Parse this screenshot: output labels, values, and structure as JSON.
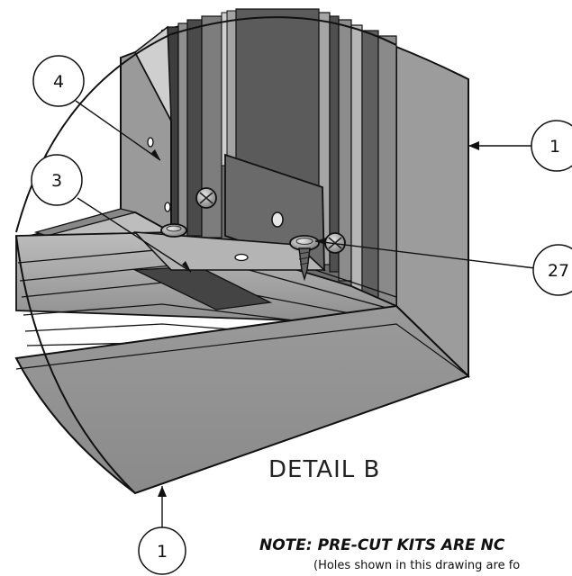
{
  "callouts": {
    "part_4": "4",
    "part_3": "3",
    "part_1_right": "1",
    "part_27": "27",
    "part_1_bottom": "1"
  },
  "detail_title": "DETAIL  B",
  "note": {
    "main": "NOTE: PRE-CUT KITS ARE NC",
    "sub": "(Holes shown in this drawing are fo"
  },
  "colors": {
    "outline": "#111111",
    "panel_dark": "#5a5a5a",
    "panel_mid": "#8a8a8a",
    "panel_light": "#a8a8a8",
    "surface": "#9b9b9b"
  }
}
